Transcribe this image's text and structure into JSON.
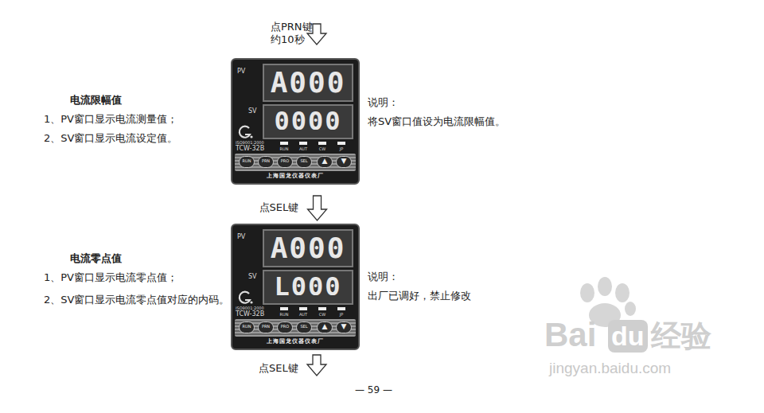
{
  "diagram": {
    "nodes": [
      {
        "text": [
          "A000",
          "0000"
        ]
      },
      {
        "text": [
          "A000",
          "L000"
        ]
      }
    ],
    "edges": [
      {
        "from": 0,
        "to": 1,
        "label": "点SEL键",
        "arrow": "to"
      }
    ],
    "labels": [
      "点PRN键",
      "约10秒",
      "电流限幅值",
      "1、PV窗口显示电流测量值；",
      "2、SV窗口显示电流设定值。",
      "说明：",
      "将SV窗口值设为电流限幅值。",
      "PV",
      "SV",
      "ISO9001:2000",
      "TCW-32B",
      "RUN",
      "AUT",
      "CW",
      "JP",
      "RUN",
      "PRN",
      "PRO",
      "SEL",
      "▲",
      "▼",
      "上海国龙仪器仪表厂",
      "电流零点值",
      "1、PV窗口显示电流零点值；",
      "2、SV窗口显示电流零点值对应的内码。",
      "说明：",
      "出厂已调好，禁止修改",
      "PV",
      "SV",
      "ISO9001:2000",
      "TCW-32B",
      "RUN",
      "AUT",
      "CW",
      "JP",
      "RUN",
      "PRN",
      "PRO",
      "SEL",
      "▲",
      "▼",
      "上海国龙仪器仪表厂",
      "点SEL键",
      "— 59 —",
      "Bai",
      "du",
      "经验",
      "jingyan.baidu.com"
    ]
  }
}
